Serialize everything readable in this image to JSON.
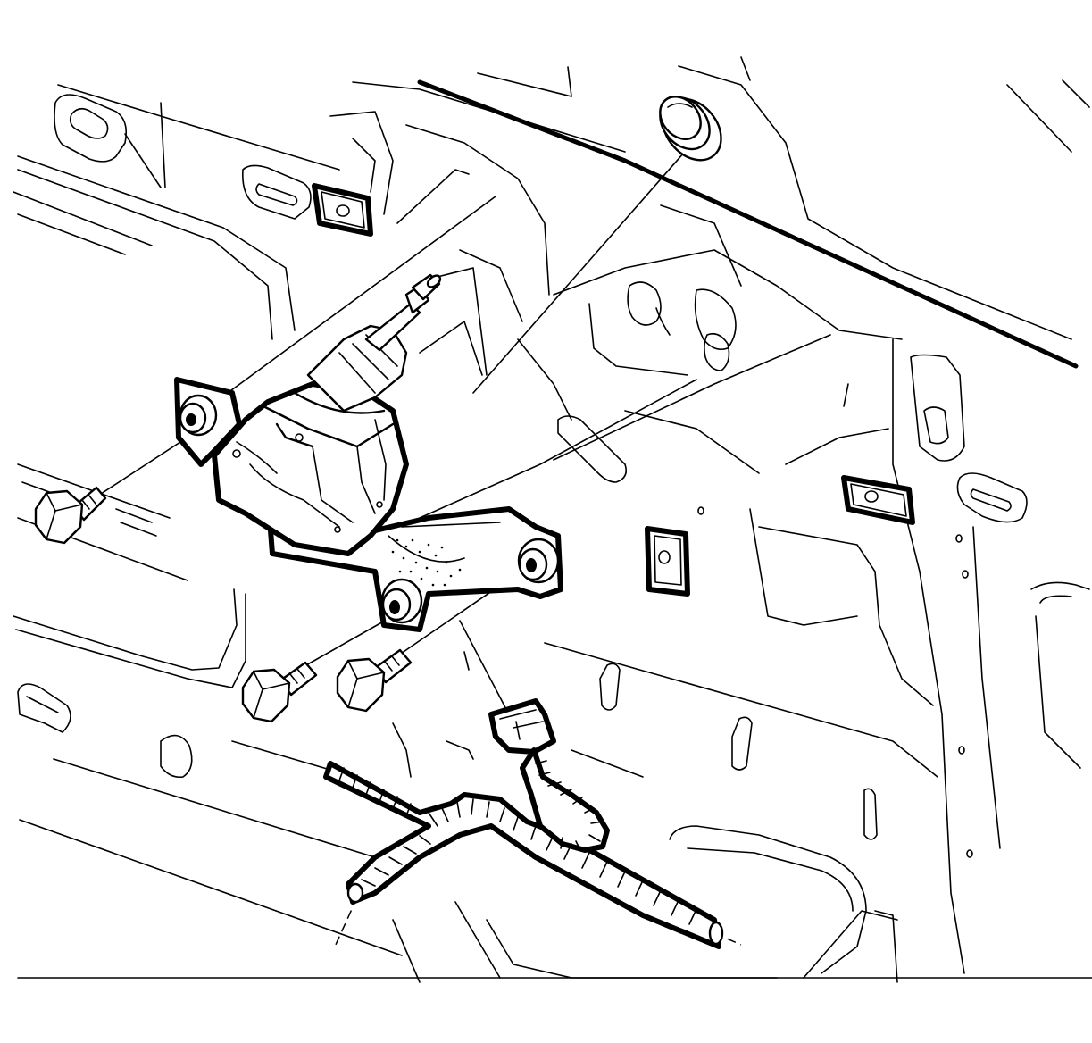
{
  "figure": {
    "background": "#ffffff",
    "line_color": "#000000",
    "parts": [
      "liftgate-panel",
      "wiper-motor",
      "mounting-bracket",
      "grommet",
      "u-nut",
      "bolt",
      "electrical-connector",
      "wiring-harness"
    ]
  }
}
